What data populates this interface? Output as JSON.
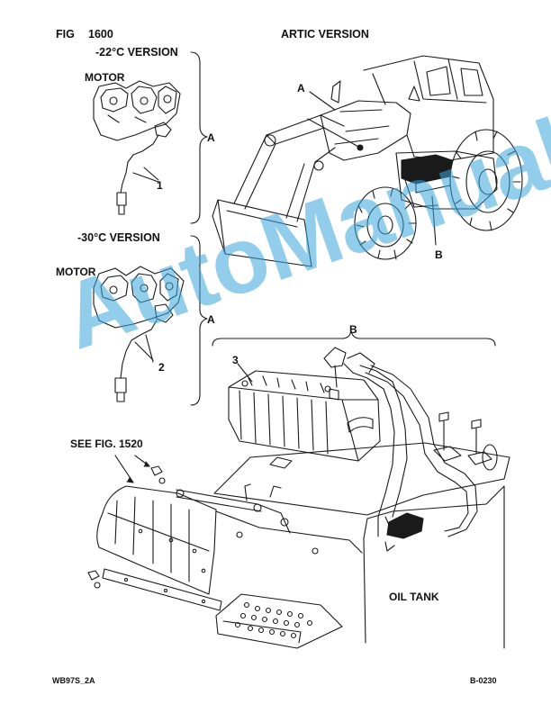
{
  "header": {
    "fig_label": "FIG",
    "fig_number": "1600",
    "version_22": "-22°C VERSION",
    "artic": "ARTIC VERSION",
    "version_30": "-30°C VERSION"
  },
  "callouts": {
    "motor_top": "MOTOR",
    "motor_bottom": "MOTOR",
    "item_1": "1",
    "item_2": "2",
    "item_3": "3",
    "a_top_bracket": "A",
    "a_bottom_bracket": "A",
    "a_machine": "A",
    "b_machine": "B",
    "b_battery": "B",
    "see_fig": "SEE FIG. 1520",
    "oil_tank": "OIL TANK"
  },
  "footer": {
    "left_code": "WB97S_2A",
    "right_code": "B-0230"
  },
  "watermark": {
    "text": "AutoManual",
    "color": "#3aa7dc"
  }
}
